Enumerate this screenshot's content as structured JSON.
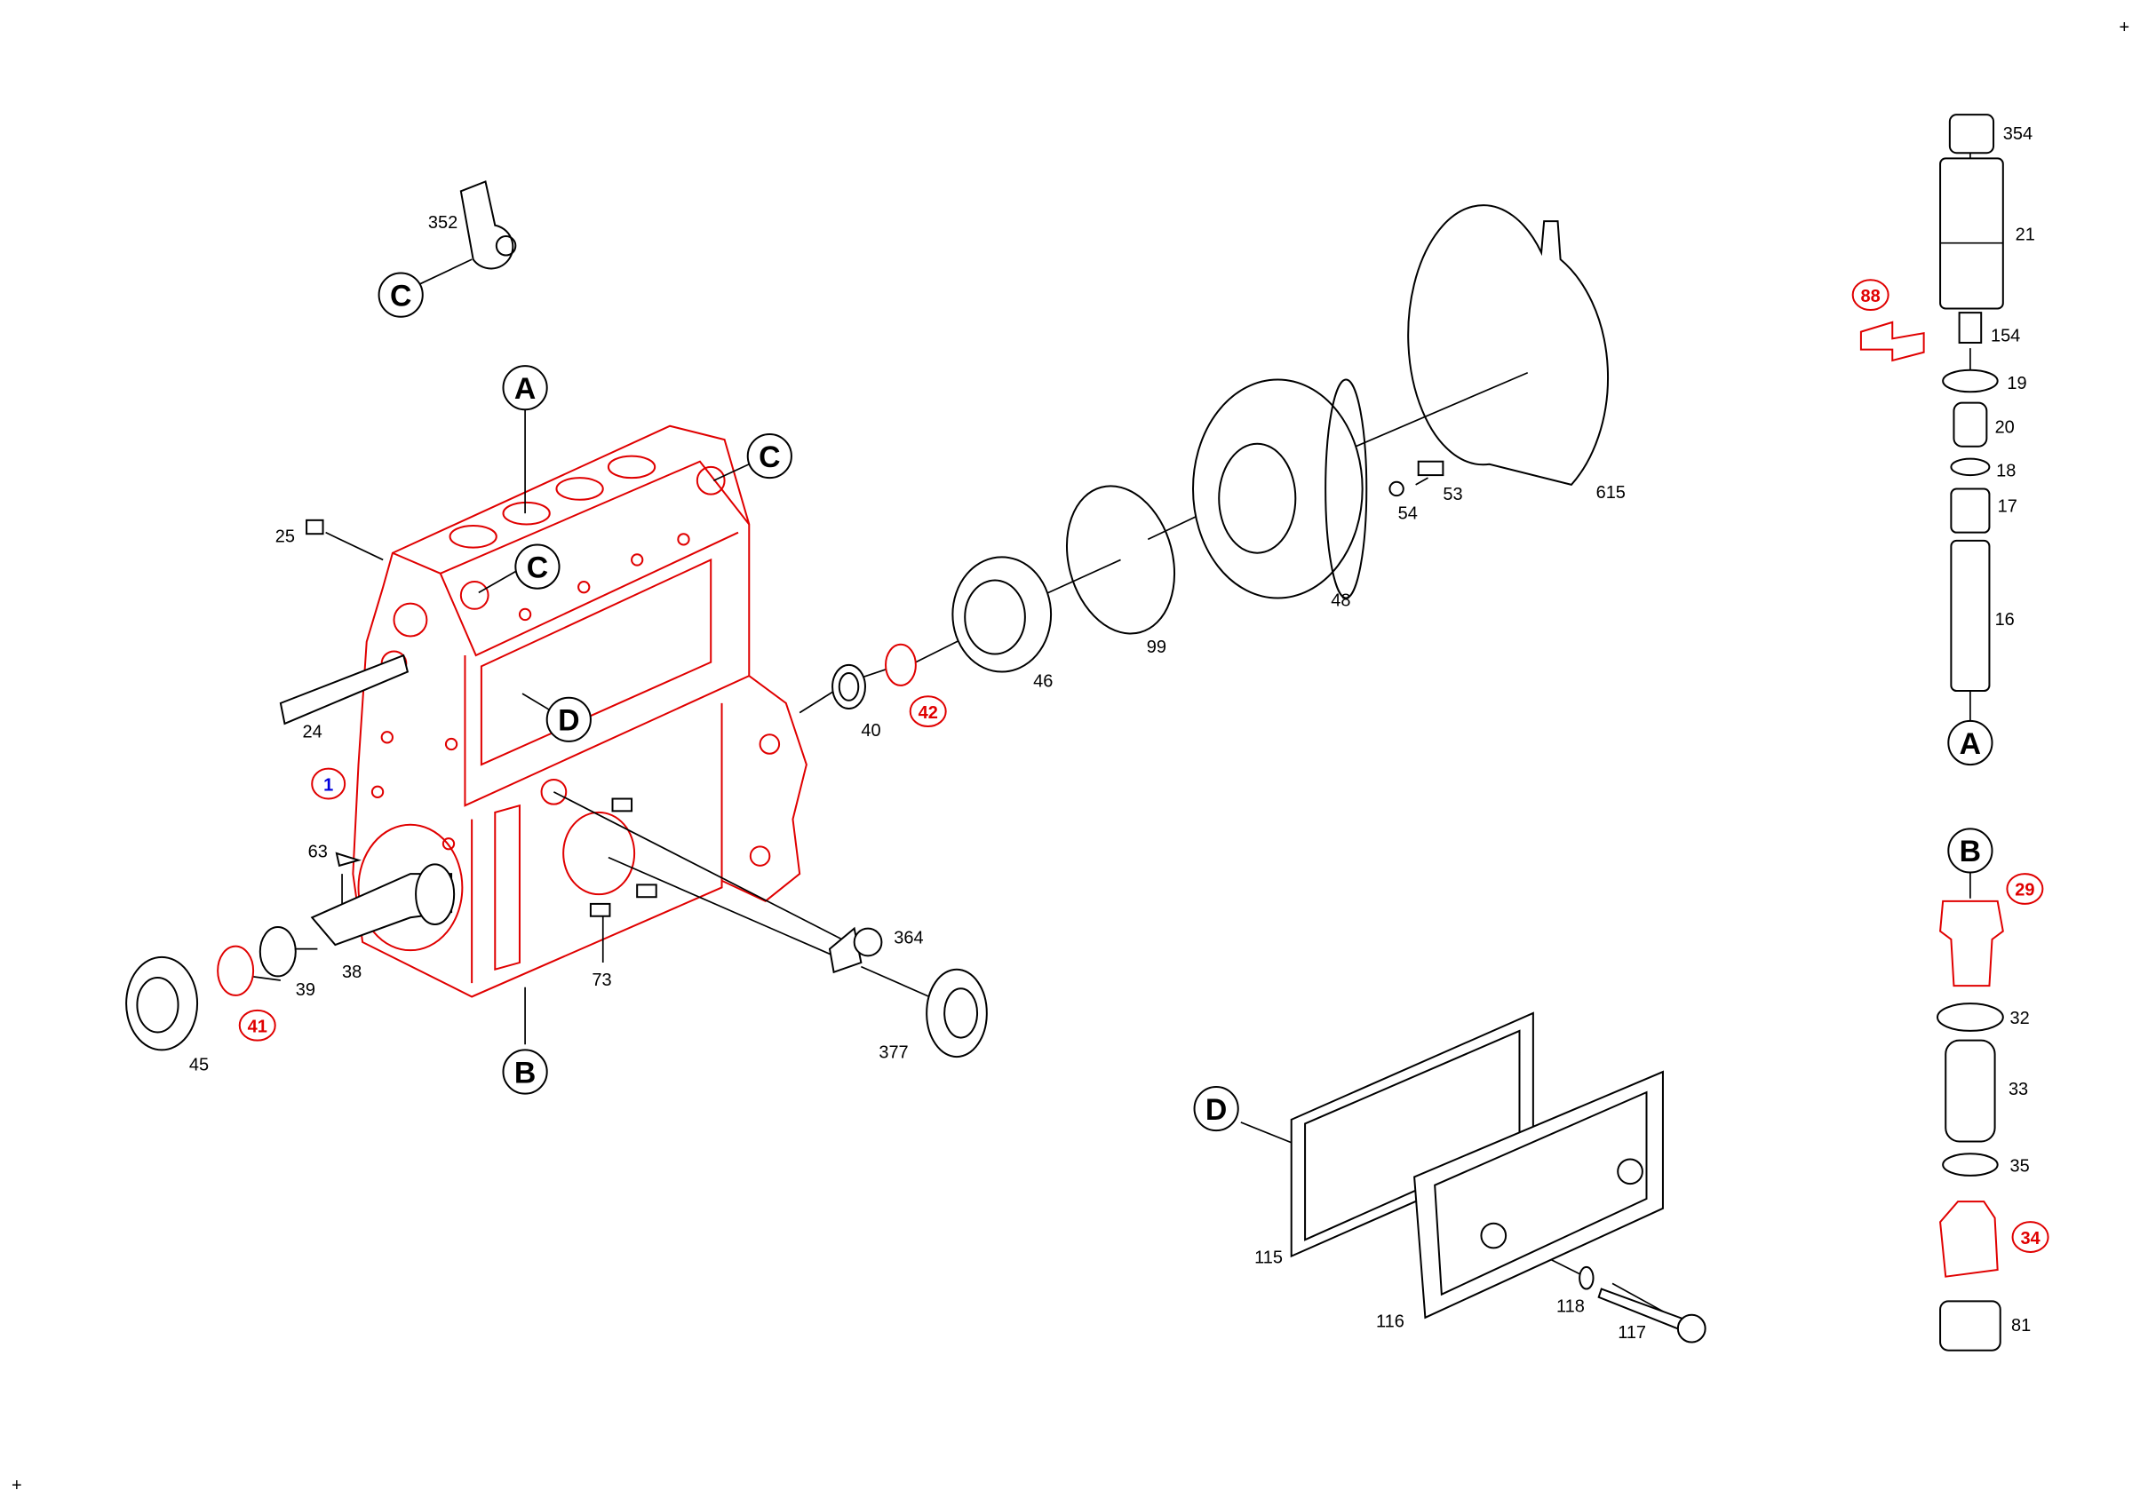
{
  "colors": {
    "line": "#000000",
    "highlight": "#e00000",
    "main_part": "#0000dd"
  },
  "reference_markers": {
    "A": "A",
    "B": "B",
    "C": "C",
    "D": "D"
  },
  "corner_marks": [
    "+",
    "+"
  ],
  "parts": {
    "p352": "352",
    "p25": "25",
    "p24": "24",
    "p1": "1",
    "p63": "63",
    "p38": "38",
    "p39": "39",
    "p41": "41",
    "p45": "45",
    "p73": "73",
    "p364": "364",
    "p377": "377",
    "p40": "40",
    "p42": "42",
    "p46": "46",
    "p99": "99",
    "p48": "48",
    "p54": "54",
    "p53": "53",
    "p615": "615",
    "p115": "115",
    "p116": "116",
    "p118": "118",
    "p117": "117",
    "p354": "354",
    "p21": "21",
    "p88": "88",
    "p154": "154",
    "p19": "19",
    "p20": "20",
    "p18": "18",
    "p17": "17",
    "p16": "16",
    "p29": "29",
    "p32": "32",
    "p33": "33",
    "p35": "35",
    "p34": "34",
    "p81": "81"
  },
  "highlighted_parts": [
    "41",
    "42",
    "88",
    "29",
    "34"
  ],
  "main_part": "1"
}
